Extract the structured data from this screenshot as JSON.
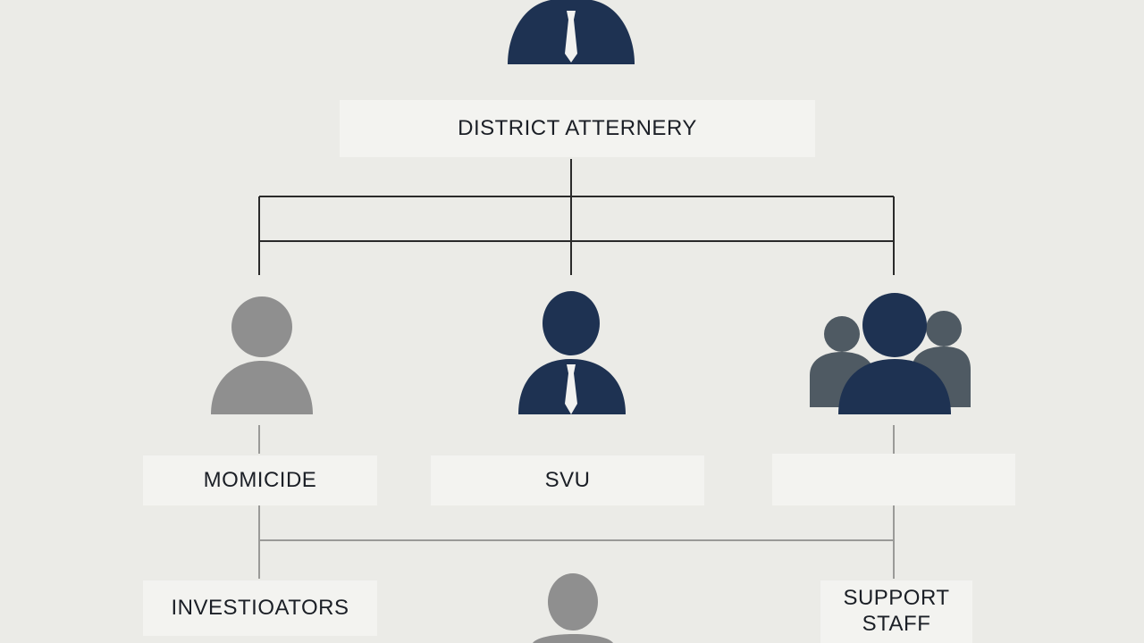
{
  "org_chart": {
    "top": {
      "label": "DISTRICT ATTERNERY"
    },
    "units": [
      {
        "label": "MOMICIDE"
      },
      {
        "label": "SVU"
      },
      {
        "label": ""
      }
    ],
    "bottom": [
      {
        "label": "INVESTIOATORS"
      },
      {
        "label_line1": "SUPPORT",
        "label_line2": "STAFF"
      }
    ]
  },
  "icons": {
    "top": "person-with-tie-icon",
    "left": "person-icon",
    "center": "person-with-tie-icon",
    "right": "group-icon",
    "bottom_center": "person-icon"
  },
  "colors": {
    "navy": "#1e3252",
    "gray": "#8f8f8f",
    "slate": "#4f5a63",
    "line": "#2a2a2a",
    "background": "#ebebe7",
    "box": "#f3f3f0"
  }
}
